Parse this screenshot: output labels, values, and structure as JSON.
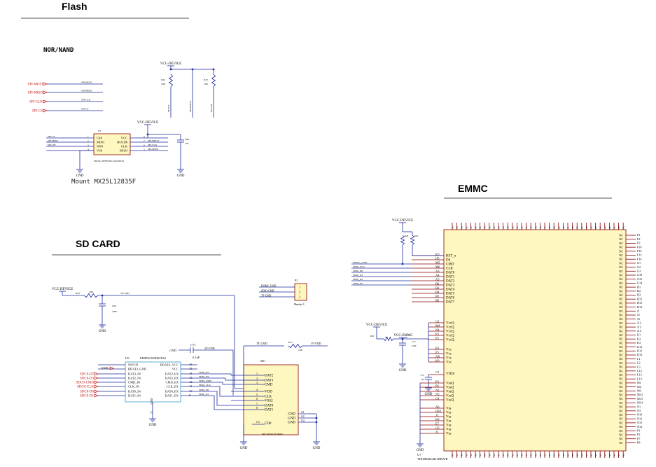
{
  "sections": {
    "flash": "Flash",
    "sd_card": "SD CARD",
    "emmc": "EMMC"
  },
  "flash": {
    "subtitle": "NOR/NAND",
    "mount_note": "Mount MX25L12835F",
    "ports": [
      "SPI-MOSI",
      "SPI-MISO",
      "SPI-CLK",
      "SPI-CS"
    ],
    "nets": [
      "SPI-MOSI",
      "SPI-MISO",
      "SPI-CLK",
      "SPI-CS"
    ],
    "power": "VCC-DEVICE",
    "power2": "VCC-DEVICE",
    "pullup_nets": [
      "SPI-CS",
      "SPI-HOLD",
      "SPI-WP"
    ],
    "resistors": [
      "R24",
      "R25"
    ],
    "resistor_values": [
      "10K",
      "10K"
    ],
    "cap_ref": "C68",
    "cap_value": "104",
    "chip_ref": "U5",
    "chip_part": "MX25L12835FM2I-10G(SOIC8)",
    "pins_left": [
      "CS#",
      "MISO",
      "WP#",
      "VSS"
    ],
    "pins_right": [
      "VCC",
      "HOLD#",
      "CLK",
      "MOSI"
    ],
    "pin_nums_left": [
      "1",
      "2",
      "3",
      "4"
    ],
    "pin_nums_right": [
      "8",
      "7",
      "6",
      "5"
    ],
    "left_nets": [
      "SPI-CS",
      "SPI-MISO",
      "SPI-WP"
    ],
    "right_nets": [
      "SPI-HOLD",
      "SPI-CLK",
      "SPI-MOSI"
    ],
    "gnd": "GND"
  },
  "sd": {
    "power": "VCC-DEVICE",
    "res_ref": "R26",
    "res_value": "10K",
    "net_vdd": "3V-VDD",
    "cap_ref": "C69",
    "cap_value": "10uF",
    "header_ref": "P2",
    "header_name": "Header 3",
    "header_pins": [
      "1",
      "2",
      "3"
    ],
    "header_nets": [
      "EMMC-CMD",
      "SDIO-CMD",
      "TF-CMD"
    ],
    "mux_ref": "U6",
    "mux_part": "EMF06-MSD02N16",
    "mux_pins_left": [
      "WP/CD",
      "RDAT3_GND",
      "DAT3_IN",
      "DAT2_IN",
      "CMD_IN",
      "CLK_IN",
      "DAT0_IN",
      "DAT1_IN"
    ],
    "mux_pins_right": [
      "RDATA_VCC",
      "VCC",
      "DAT2_EX",
      "DAT3_EX",
      "CMD_EX",
      "CLK_EX",
      "DAT0_EX",
      "DAT1_EX"
    ],
    "mux_pin_nums_right": [
      "16",
      "15",
      "14",
      "13",
      "12",
      "11",
      "10",
      "9"
    ],
    "mux_gnd_pin": "GND",
    "mux_gnd_num": "17",
    "left_ports": [
      "SDC0-D2",
      "SDC0-D3",
      "SDC0-CMD",
      "SDC0-CLK",
      "SDC0-D0",
      "SDC0-D1"
    ],
    "c71_ref": "C71",
    "c71_value": "0.1uF",
    "net_3v_vdd": "3V-VDD",
    "gnd_label": "GND",
    "right_nets": [
      "SDIO_D2",
      "SDIO_D3",
      "SDIO_CMD",
      "SDIO_CLK",
      "SDIO_D0",
      "SDIO_D1"
    ],
    "tf_cmd": "TF_CMD",
    "r27_ref": "R27",
    "r27_value": "10K",
    "net_3v_vdd2": "3V-VDD",
    "socket_ref": "SD1",
    "socket_part": "MICROSD-TF-9PIN",
    "socket_pins_left": [
      "DAT2",
      "DAT3",
      "CMD",
      "VDD",
      "CLK",
      "VSS2",
      "DAT0",
      "DAT1"
    ],
    "socket_pin_nums": [
      "1",
      "2",
      "3",
      "4",
      "5",
      "6",
      "7",
      "8"
    ],
    "socket_cd": "CD#",
    "socket_g": [
      "G1",
      "G2",
      "G3",
      "G4"
    ],
    "socket_gnd": [
      "GND",
      "GND",
      "GND"
    ],
    "gnd": "GND"
  },
  "emmc": {
    "power": "VCC-DEVICE",
    "power2": "VCC-DEVICE",
    "vcc_emmc": "VCC-EMMC",
    "pull_res": [
      "R28",
      "R29"
    ],
    "r30_ref": "R30",
    "r30_value": "0R",
    "cap_ref": "C70",
    "cap_value": "10uF",
    "cap2_ref": "C72",
    "cap2_value": "1uF",
    "nets_left": [
      "EMMC_CMD",
      "SDIO_CLK",
      "SDIO_D0",
      "SDIO_D1",
      "SDIO_D2",
      "SDIO_D3"
    ],
    "ctrl_pins": [
      "RST_n",
      "DS",
      "CMD",
      "CLK",
      "DAT0",
      "DAT1",
      "DAT2",
      "DAT3",
      "DAT4",
      "DAT5",
      "DAT6",
      "DAT7"
    ],
    "ctrl_nums": [
      "K5",
      "H5",
      "M5",
      "M6",
      "A3",
      "A4",
      "A5",
      "B2",
      "B3",
      "B4",
      "B5",
      "B6"
    ],
    "vcc_pins": [
      "VccQ",
      "VccQ",
      "VccQ",
      "VccQ",
      "VccQ",
      "Vcc",
      "Vcc",
      "Vcc",
      "Vcc"
    ],
    "vcc_nums": [
      "C6",
      "M4",
      "N4",
      "P3",
      "P5",
      "E6",
      "F5",
      "J10",
      "K9"
    ],
    "vddi": "VDDi",
    "vddi_num": "C2",
    "vccq2_pins": [
      "VssQ",
      "VssQ",
      "VssQ",
      "VssQ",
      "VssQ"
    ],
    "vccq2_nums": [
      "P4",
      "P6",
      "N2",
      "N5",
      "C4"
    ],
    "vss_pins": [
      "Vss",
      "Vss",
      "Vss",
      "Vss",
      "Vss",
      "Vss",
      "Vss"
    ],
    "vss_nums": [
      "A6",
      "H10",
      "J5",
      "K8",
      "E7",
      "G5",
      "J5"
    ],
    "chip_ref": "U7",
    "chip_part": "THGBM4G4D1HBAIR",
    "nc": "NC",
    "gnd": "GND",
    "right_nums": [
      "F1",
      "F2",
      "F3",
      "F10",
      "F12",
      "F13",
      "F14",
      "G1",
      "G2",
      "G3",
      "G10",
      "G12",
      "G14",
      "H1",
      "H2",
      "H3",
      "H12",
      "H13",
      "H14",
      "J1",
      "J2",
      "J3",
      "J12",
      "J13",
      "J14",
      "K1",
      "K2",
      "K3",
      "K12",
      "K13",
      "K14",
      "L1",
      "L2",
      "L3",
      "L12",
      "L13",
      "L14",
      "M1",
      "M2",
      "M3",
      "M12",
      "M13",
      "M14",
      "N1",
      "N3",
      "N10",
      "N12",
      "N13",
      "N14",
      "P1",
      "P2",
      "P7",
      "P8"
    ]
  }
}
